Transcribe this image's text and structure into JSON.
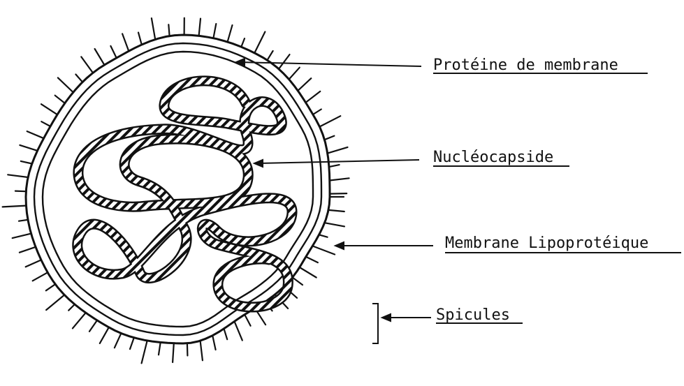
{
  "diagram": {
    "labels": {
      "membrane_protein": "Protéine de membrane",
      "nucleocapsid": "Nucléocapside",
      "lipoprotein_membrane": "Membrane Lipoprotéique",
      "spicules": "Spicules"
    },
    "colors": {
      "ink": "#111111",
      "background": "#ffffff"
    }
  }
}
